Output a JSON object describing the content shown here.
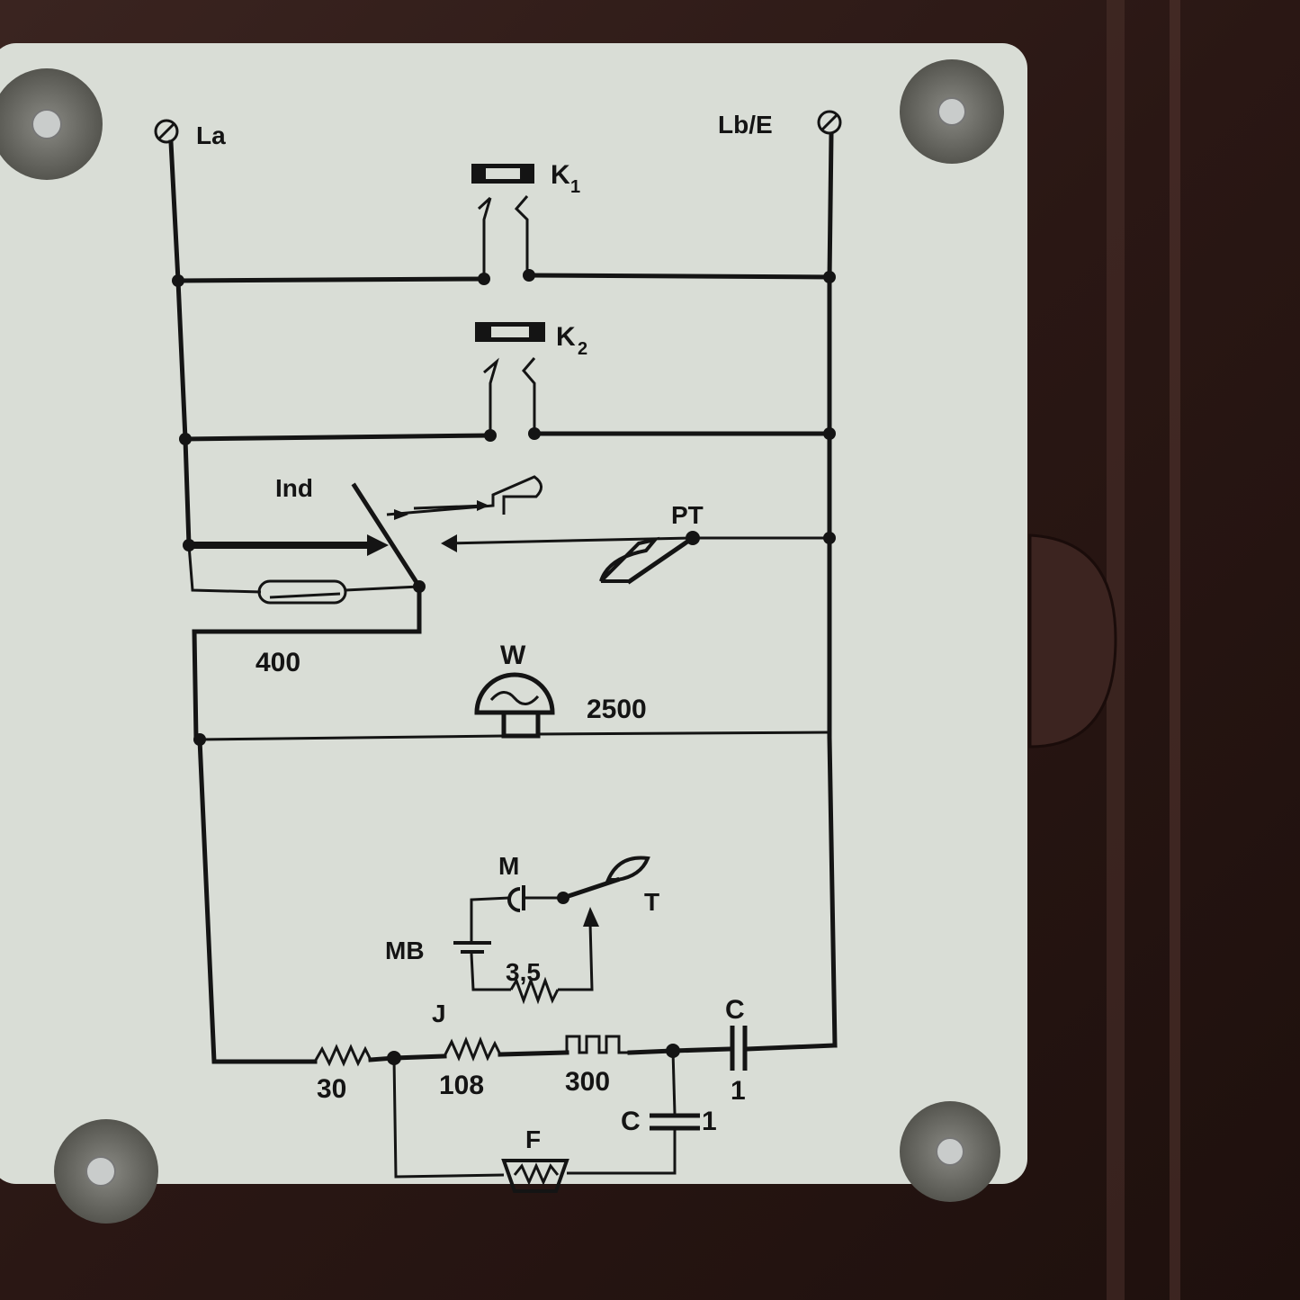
{
  "colors": {
    "enclosure": "#2b1815",
    "plate": "#d9ddd6",
    "ink": "#141414",
    "rivet": "#6d6d68",
    "rivet_head": "#c9cccb"
  },
  "terminals": {
    "left": "La",
    "right": "Lb/E"
  },
  "components": {
    "k1": "K",
    "k1_sub": "1",
    "k2": "K",
    "k2_sub": "2",
    "ind": "Ind",
    "pt": "PT",
    "coil_400": "400",
    "bell_w": "W",
    "bell_2500": "2500",
    "mic_m": "M",
    "switch_t": "T",
    "battery_mb": "MB",
    "resistor_3_5": "3,5",
    "coil_j": "J",
    "res_30": "30",
    "res_108": "108",
    "coil_300": "300",
    "cap_c_top": "C",
    "cap_top_value": "1",
    "cap_c_bottom": "C",
    "cap_bottom_value": "1",
    "receiver_f": "F"
  }
}
